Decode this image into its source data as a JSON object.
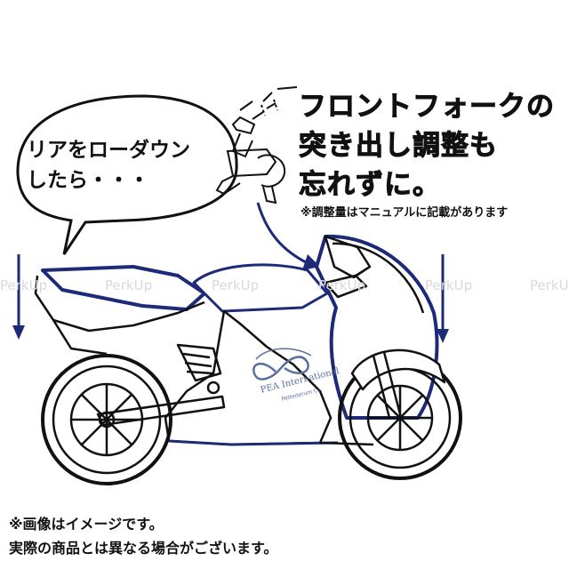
{
  "bubble": {
    "text": "リアをローダウン\nしたら・・・"
  },
  "callout": {
    "text": "フロントフォークの\n突き出し調整も\n忘れずに。"
  },
  "note": "※調整量はマニュアルに記載があります",
  "disclaimer": {
    "line1": "※画像はイメージです。",
    "line2": "実際の商品とは異なる場合がございます。"
  },
  "watermark": "PerkUp",
  "logo": {
    "name": "PEA International",
    "sub": "Petteiterum Co."
  },
  "colors": {
    "accent_blue": "#1c2a78",
    "line": "#1a1a1a",
    "watermark": "#d9d9d9",
    "logo_blue": "#5a6ea0"
  }
}
